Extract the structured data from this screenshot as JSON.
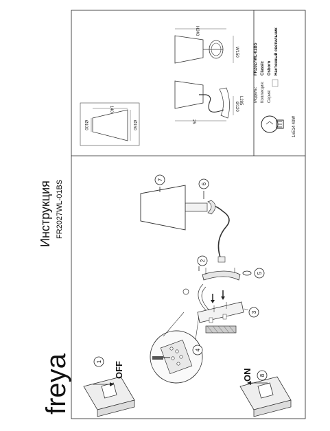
{
  "brand": "freya",
  "title": "Инструкция",
  "model_code": "FR2027WL-01BS",
  "steps": {
    "s1": "1",
    "s2": "2",
    "s3": "3",
    "s4": "4",
    "s5": "5",
    "s6": "6",
    "s7": "7",
    "s8": "8"
  },
  "switch_off_label": "OFF",
  "switch_on_label": "ON",
  "dimensions": {
    "shade_top": "Ø100",
    "shade_bottom": "Ø150",
    "shade_height": "140",
    "base_dia": "Ø120",
    "height": "H240",
    "width": "W150",
    "length": "L285",
    "offset": "25"
  },
  "specs": {
    "model_label": "Модель:",
    "model_value": "FR2027WL-01BS",
    "collection_label": "Коллекция:",
    "collection_value": "Classic",
    "series_label": "Серия:",
    "series_value": "Osborn",
    "type_value": "Настенный светильник"
  },
  "lamp_spec": "1xE14 40W"
}
